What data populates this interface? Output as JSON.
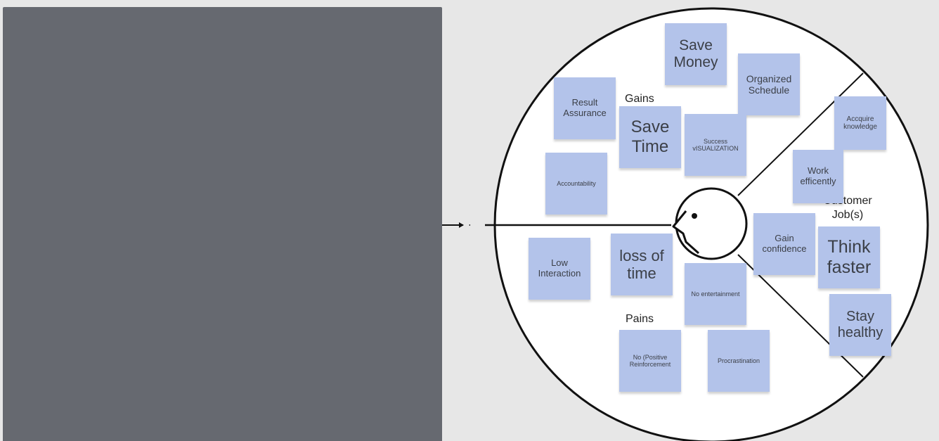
{
  "diagram": {
    "sections": {
      "gains": "Gains",
      "pains": "Pains",
      "customer_jobs": "Customer Job(s)"
    },
    "gains_notes": [
      "Save Money",
      "Organized Schedule",
      "Result Assurance",
      "Save Time",
      "Success vISUALIZATION",
      "Accountability"
    ],
    "pains_notes": [
      "Low Interaction",
      "loss of time",
      "No entertainment",
      "No (Positive Reinforcement",
      "Procrastination"
    ],
    "jobs_notes": [
      "Accquire knowledge",
      "Work efficently",
      "Gain confidence",
      "Think faster",
      "Stay healthy"
    ]
  },
  "colors": {
    "sticky_note": "#b3c3ea",
    "left_panel": "#666970",
    "background": "#e7e7e7"
  }
}
